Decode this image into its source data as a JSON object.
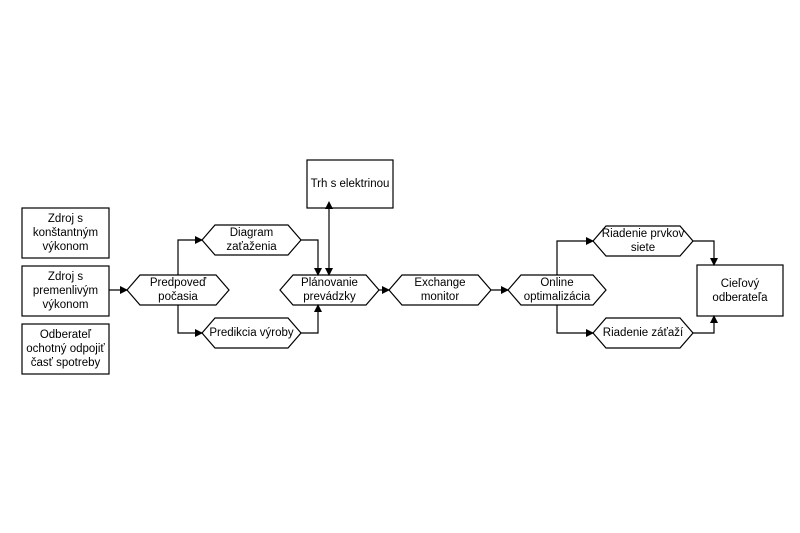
{
  "colors": {
    "stroke": "#000000",
    "fill": "#ffffff",
    "text": "#000000"
  },
  "diagram": {
    "sources": {
      "constant": "Zdroj s\nkonštantným\nvýkonom",
      "variable": "Zdroj s\npremenlivým\nvýkonom",
      "consumer": "Odberateľ\nochotný odpojiť\nčasť spotreby"
    },
    "nodes": {
      "weather": "Predpoveď\npočasia",
      "load_diagram": "Diagram\nzaťaženia",
      "production": "Predikcia výroby",
      "market": "Trh s elektrinou",
      "planning": "Plánovanie\nprevádzky",
      "exchange": "Exchange\nmonitor",
      "online": "Online\noptimalizácia",
      "grid_control": "Riadenie prvkov\nsiete",
      "load_control": "Riadenie záťaží",
      "target": "Cieľový\nodberateľa"
    }
  }
}
